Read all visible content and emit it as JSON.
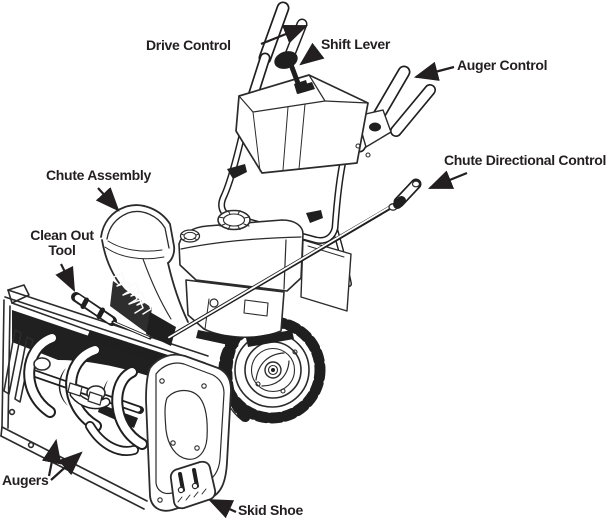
{
  "diagram": {
    "labels": [
      {
        "id": "drive-control",
        "text": "Drive Control"
      },
      {
        "id": "shift-lever",
        "text": "Shift Lever"
      },
      {
        "id": "auger-control",
        "text": "Auger Control"
      },
      {
        "id": "chute-directional-control",
        "text": "Chute Directional Control"
      },
      {
        "id": "chute-assembly",
        "text": "Chute Assembly"
      },
      {
        "id": "clean-out-tool",
        "text": "Clean Out Tool",
        "line1": "Clean Out",
        "line2": "Tool"
      },
      {
        "id": "augers",
        "text": "Augers"
      },
      {
        "id": "skid-shoe",
        "text": "Skid Shoe"
      }
    ],
    "colors": {
      "line": "#2b2b2b",
      "dark_fill": "#1f1f1f",
      "text": "#231f20",
      "background": "#ffffff"
    }
  }
}
